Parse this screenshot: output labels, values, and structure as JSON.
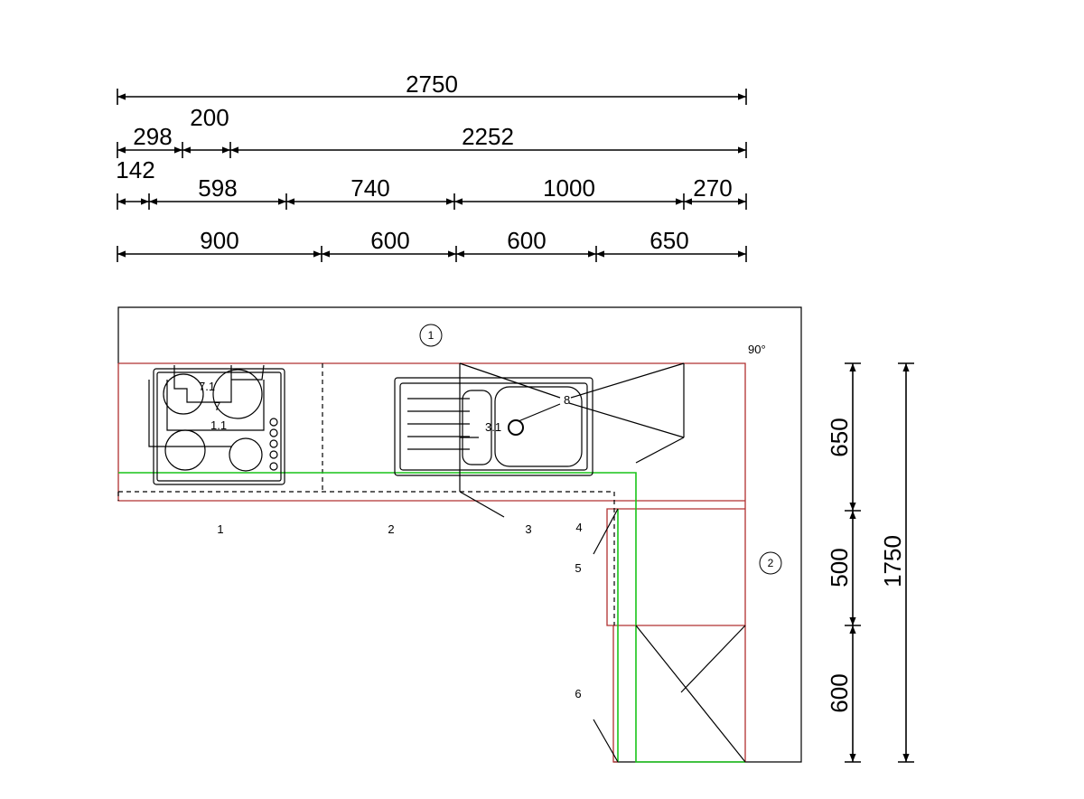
{
  "dimensions": {
    "row1": [
      "2750"
    ],
    "row2": [
      "298",
      "200",
      "2252"
    ],
    "row3": [
      "142",
      "598",
      "740",
      "1000",
      "270"
    ],
    "row4": [
      "900",
      "600",
      "600",
      "650"
    ],
    "vertical_inner": [
      "650",
      "500",
      "600"
    ],
    "vertical_total": "1750"
  },
  "wall_markers": [
    "1",
    "2"
  ],
  "angle": "90°",
  "unit_labels": [
    "1",
    "2",
    "3",
    "4",
    "5",
    "6"
  ],
  "appliance_labels": [
    "7.1",
    "7",
    "1.1",
    "3.1",
    "8"
  ],
  "colors": {
    "outline": "#000000",
    "cabinet": "#b03030",
    "worktop": "#19c419"
  }
}
